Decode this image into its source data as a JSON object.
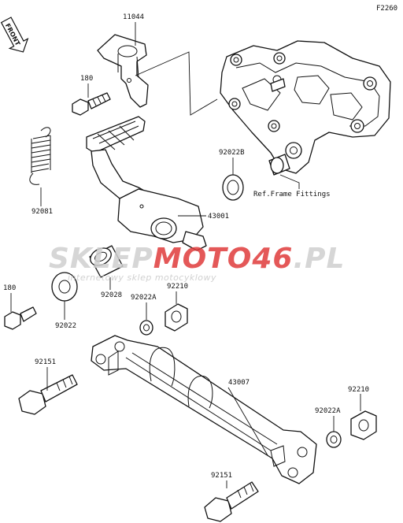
{
  "diagram": {
    "code": "F2260",
    "front_label": "FRONT",
    "ref_note": "Ref.Frame Fittings",
    "labels": {
      "p11044": "11044",
      "p180_top": "180",
      "p92081": "92081",
      "p92022b": "92022B",
      "p43001": "43001",
      "p92028": "92028",
      "p92022": "92022",
      "p180_left": "180",
      "p92210_top": "92210",
      "p92022a_top": "92022A",
      "p92151_left": "92151",
      "p43007": "43007",
      "p92210_bottom": "92210",
      "p92022a_bottom": "92022A",
      "p92151_bottom": "92151"
    }
  },
  "watermark": {
    "brand_left": "SKLEP",
    "brand_mid": "MOTO",
    "brand_num": "46",
    "brand_tld": ".PL",
    "tagline": "internetowy sklep motocyklowy",
    "brand_color": "#e03b3b",
    "base_color": "#cfcfcf"
  }
}
